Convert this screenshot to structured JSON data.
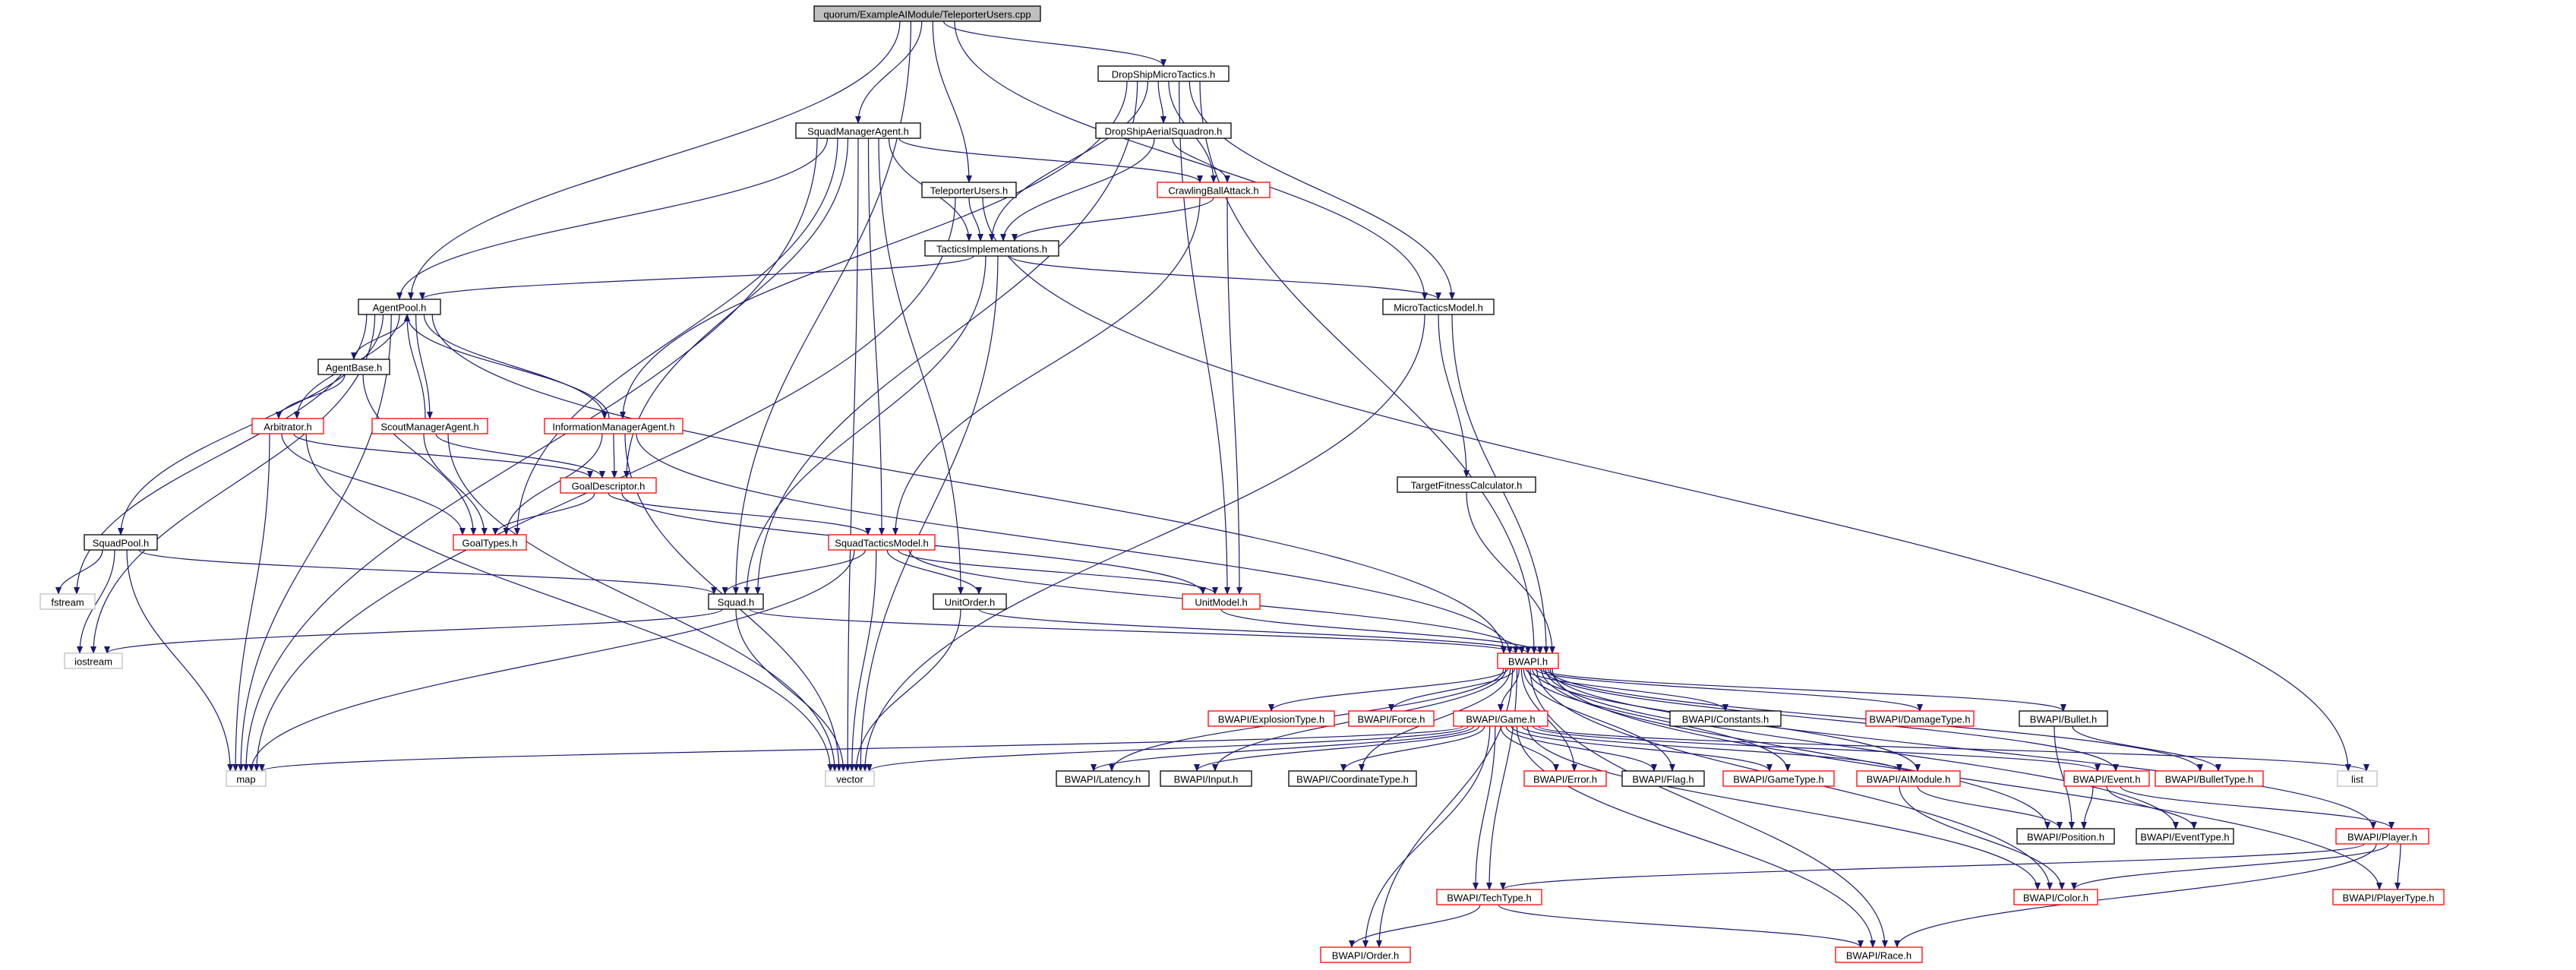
{
  "colors": {
    "edge": "#191970",
    "box_black": "#000000",
    "box_red": "#ff0000",
    "box_gray": "#bfbfbf",
    "root_fill": "#bfbfbf",
    "text": "#000000"
  },
  "nodes": [
    {
      "id": "root",
      "label": "quorum/ExampleAIModule/TeleporterUsers.cpp",
      "style": "root"
    },
    {
      "id": "dropship",
      "label": "DropShipMicroTactics.h",
      "style": "black"
    },
    {
      "id": "squadmgr",
      "label": "SquadManagerAgent.h",
      "style": "black"
    },
    {
      "id": "aerial",
      "label": "DropShipAerialSquadron.h",
      "style": "black"
    },
    {
      "id": "crawling",
      "label": "CrawlingBallAttack.h",
      "style": "red"
    },
    {
      "id": "teleporter",
      "label": "TeleporterUsers.h",
      "style": "black"
    },
    {
      "id": "tactics",
      "label": "TacticsImplementations.h",
      "style": "black"
    },
    {
      "id": "agentpool",
      "label": "AgentPool.h",
      "style": "black"
    },
    {
      "id": "microtactics",
      "label": "MicroTacticsModel.h",
      "style": "black"
    },
    {
      "id": "agentbase",
      "label": "AgentBase.h",
      "style": "black"
    },
    {
      "id": "arbitrator",
      "label": "Arbitrator.h",
      "style": "red"
    },
    {
      "id": "scoutmgr",
      "label": "ScoutManagerAgent.h",
      "style": "red"
    },
    {
      "id": "infomgr",
      "label": "InformationManagerAgent.h",
      "style": "red"
    },
    {
      "id": "goaldesc",
      "label": "GoalDescriptor.h",
      "style": "red"
    },
    {
      "id": "goaltypes",
      "label": "GoalTypes.h",
      "style": "red"
    },
    {
      "id": "targetfit",
      "label": "TargetFitnessCalculator.h",
      "style": "black"
    },
    {
      "id": "squadpool",
      "label": "SquadPool.h",
      "style": "black"
    },
    {
      "id": "squadtactics",
      "label": "SquadTacticsModel.h",
      "style": "red"
    },
    {
      "id": "fstream",
      "label": "fstream",
      "style": "gray"
    },
    {
      "id": "squad",
      "label": "Squad.h",
      "style": "black"
    },
    {
      "id": "unitorder",
      "label": "UnitOrder.h",
      "style": "black"
    },
    {
      "id": "unitmodel",
      "label": "UnitModel.h",
      "style": "red"
    },
    {
      "id": "iostream",
      "label": "iostream",
      "style": "gray"
    },
    {
      "id": "bwapi",
      "label": "BWAPI.h",
      "style": "red"
    },
    {
      "id": "explosion",
      "label": "BWAPI/ExplosionType.h",
      "style": "red"
    },
    {
      "id": "force",
      "label": "BWAPI/Force.h",
      "style": "red"
    },
    {
      "id": "game",
      "label": "BWAPI/Game.h",
      "style": "red"
    },
    {
      "id": "constants",
      "label": "BWAPI/Constants.h",
      "style": "black"
    },
    {
      "id": "damagetype",
      "label": "BWAPI/DamageType.h",
      "style": "red"
    },
    {
      "id": "bullet",
      "label": "BWAPI/Bullet.h",
      "style": "black"
    },
    {
      "id": "map",
      "label": "map",
      "style": "gray"
    },
    {
      "id": "vector",
      "label": "vector",
      "style": "gray"
    },
    {
      "id": "latency",
      "label": "BWAPI/Latency.h",
      "style": "black"
    },
    {
      "id": "input",
      "label": "BWAPI/Input.h",
      "style": "black"
    },
    {
      "id": "coordtype",
      "label": "BWAPI/CoordinateType.h",
      "style": "black"
    },
    {
      "id": "error",
      "label": "BWAPI/Error.h",
      "style": "red"
    },
    {
      "id": "flag",
      "label": "BWAPI/Flag.h",
      "style": "black"
    },
    {
      "id": "gametype",
      "label": "BWAPI/GameType.h",
      "style": "red"
    },
    {
      "id": "aimodule",
      "label": "BWAPI/AIModule.h",
      "style": "red"
    },
    {
      "id": "event",
      "label": "BWAPI/Event.h",
      "style": "red"
    },
    {
      "id": "bullettype",
      "label": "BWAPI/BulletType.h",
      "style": "red"
    },
    {
      "id": "list",
      "label": "list",
      "style": "gray"
    },
    {
      "id": "position",
      "label": "BWAPI/Position.h",
      "style": "black"
    },
    {
      "id": "eventtype",
      "label": "BWAPI/EventType.h",
      "style": "black"
    },
    {
      "id": "player",
      "label": "BWAPI/Player.h",
      "style": "red"
    },
    {
      "id": "techtype",
      "label": "BWAPI/TechType.h",
      "style": "red"
    },
    {
      "id": "color",
      "label": "BWAPI/Color.h",
      "style": "red"
    },
    {
      "id": "playertype",
      "label": "BWAPI/PlayerType.h",
      "style": "red"
    },
    {
      "id": "order",
      "label": "BWAPI/Order.h",
      "style": "red"
    },
    {
      "id": "race",
      "label": "BWAPI/Race.h",
      "style": "red"
    }
  ],
  "edges": [
    [
      "root",
      "dropship"
    ],
    [
      "root",
      "squadmgr"
    ],
    [
      "root",
      "teleporter"
    ],
    [
      "root",
      "agentpool"
    ],
    [
      "root",
      "squad"
    ],
    [
      "root",
      "microtactics"
    ],
    [
      "dropship",
      "aerial"
    ],
    [
      "dropship",
      "crawling"
    ],
    [
      "dropship",
      "tactics"
    ],
    [
      "dropship",
      "microtactics"
    ],
    [
      "dropship",
      "infomgr"
    ],
    [
      "dropship",
      "squad"
    ],
    [
      "dropship",
      "unitmodel"
    ],
    [
      "dropship",
      "bwapi"
    ],
    [
      "squadmgr",
      "crawling"
    ],
    [
      "squadmgr",
      "tactics"
    ],
    [
      "squadmgr",
      "agentpool"
    ],
    [
      "squadmgr",
      "goaltypes"
    ],
    [
      "squadmgr",
      "goaldesc"
    ],
    [
      "squadmgr",
      "squadtactics"
    ],
    [
      "squadmgr",
      "vector"
    ],
    [
      "squadmgr",
      "unitorder"
    ],
    [
      "squadmgr",
      "map"
    ],
    [
      "aerial",
      "crawling"
    ],
    [
      "aerial",
      "tactics"
    ],
    [
      "crawling",
      "tactics"
    ],
    [
      "crawling",
      "squadtactics"
    ],
    [
      "crawling",
      "unitmodel"
    ],
    [
      "teleporter",
      "tactics"
    ],
    [
      "teleporter",
      "map"
    ],
    [
      "teleporter",
      "list"
    ],
    [
      "tactics",
      "agentpool"
    ],
    [
      "tactics",
      "microtactics"
    ],
    [
      "tactics",
      "squad"
    ],
    [
      "tactics",
      "vector"
    ],
    [
      "agentpool",
      "agentbase"
    ],
    [
      "agentpool",
      "arbitrator"
    ],
    [
      "agentpool",
      "scoutmgr"
    ],
    [
      "agentpool",
      "infomgr"
    ],
    [
      "agentpool",
      "squadpool"
    ],
    [
      "agentpool",
      "fstream"
    ],
    [
      "agentpool",
      "iostream"
    ],
    [
      "agentpool",
      "map"
    ],
    [
      "agentpool",
      "bwapi"
    ],
    [
      "agentbase",
      "arbitrator"
    ],
    [
      "agentbase",
      "goaltypes"
    ],
    [
      "arbitrator",
      "goaldesc"
    ],
    [
      "arbitrator",
      "goaltypes"
    ],
    [
      "arbitrator",
      "map"
    ],
    [
      "arbitrator",
      "vector"
    ],
    [
      "scoutmgr",
      "agentpool"
    ],
    [
      "scoutmgr",
      "goaldesc"
    ],
    [
      "scoutmgr",
      "goaltypes"
    ],
    [
      "scoutmgr",
      "vector"
    ],
    [
      "infomgr",
      "agentpool"
    ],
    [
      "infomgr",
      "goaldesc"
    ],
    [
      "infomgr",
      "goaltypes"
    ],
    [
      "infomgr",
      "vector"
    ],
    [
      "infomgr",
      "bwapi"
    ],
    [
      "goaldesc",
      "goaltypes"
    ],
    [
      "goaldesc",
      "squadtactics"
    ],
    [
      "goaldesc",
      "unitmodel"
    ],
    [
      "microtactics",
      "targetfit"
    ],
    [
      "microtactics",
      "bwapi"
    ],
    [
      "microtactics",
      "vector"
    ],
    [
      "targetfit",
      "bwapi"
    ],
    [
      "squadpool",
      "squad"
    ],
    [
      "squadpool",
      "fstream"
    ],
    [
      "squadpool",
      "iostream"
    ],
    [
      "squadpool",
      "map"
    ],
    [
      "squadtactics",
      "squad"
    ],
    [
      "squadtactics",
      "unitorder"
    ],
    [
      "squadtactics",
      "unitmodel"
    ],
    [
      "squadtactics",
      "bwapi"
    ],
    [
      "squadtactics",
      "vector"
    ],
    [
      "squadtactics",
      "map"
    ],
    [
      "squad",
      "iostream"
    ],
    [
      "squad",
      "vector"
    ],
    [
      "squad",
      "bwapi"
    ],
    [
      "unitorder",
      "bwapi"
    ],
    [
      "unitorder",
      "vector"
    ],
    [
      "unitmodel",
      "bwapi"
    ],
    [
      "bwapi",
      "explosion"
    ],
    [
      "bwapi",
      "force"
    ],
    [
      "bwapi",
      "game"
    ],
    [
      "bwapi",
      "constants"
    ],
    [
      "bwapi",
      "damagetype"
    ],
    [
      "bwapi",
      "bullet"
    ],
    [
      "bwapi",
      "latency"
    ],
    [
      "bwapi",
      "input"
    ],
    [
      "bwapi",
      "coordtype"
    ],
    [
      "bwapi",
      "error"
    ],
    [
      "bwapi",
      "flag"
    ],
    [
      "bwapi",
      "gametype"
    ],
    [
      "bwapi",
      "aimodule"
    ],
    [
      "bwapi",
      "event"
    ],
    [
      "bwapi",
      "bullettype"
    ],
    [
      "bwapi",
      "position"
    ],
    [
      "bwapi",
      "eventtype"
    ],
    [
      "bwapi",
      "player"
    ],
    [
      "bwapi",
      "techtype"
    ],
    [
      "bwapi",
      "color"
    ],
    [
      "bwapi",
      "playertype"
    ],
    [
      "bwapi",
      "order"
    ],
    [
      "bwapi",
      "race"
    ],
    [
      "game",
      "map"
    ],
    [
      "game",
      "vector"
    ],
    [
      "game",
      "latency"
    ],
    [
      "game",
      "input"
    ],
    [
      "game",
      "coordtype"
    ],
    [
      "game",
      "error"
    ],
    [
      "game",
      "flag"
    ],
    [
      "game",
      "gametype"
    ],
    [
      "game",
      "aimodule"
    ],
    [
      "game",
      "event"
    ],
    [
      "game",
      "list"
    ],
    [
      "game",
      "techtype"
    ],
    [
      "game",
      "order"
    ],
    [
      "game",
      "color"
    ],
    [
      "game",
      "race"
    ],
    [
      "bullet",
      "position"
    ],
    [
      "bullet",
      "bullettype"
    ],
    [
      "aimodule",
      "position"
    ],
    [
      "aimodule",
      "color"
    ],
    [
      "event",
      "position"
    ],
    [
      "event",
      "eventtype"
    ],
    [
      "event",
      "player"
    ],
    [
      "player",
      "techtype"
    ],
    [
      "player",
      "color"
    ],
    [
      "player",
      "playertype"
    ],
    [
      "player",
      "race"
    ],
    [
      "techtype",
      "order"
    ],
    [
      "techtype",
      "race"
    ]
  ]
}
